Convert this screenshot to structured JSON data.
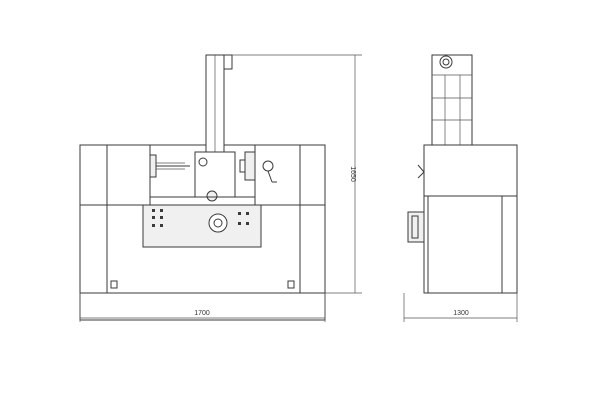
{
  "drawing": {
    "front_view": {
      "width_dimension": "1700",
      "height_dimension": "1650"
    },
    "side_view": {
      "depth_dimension": "1300"
    }
  }
}
